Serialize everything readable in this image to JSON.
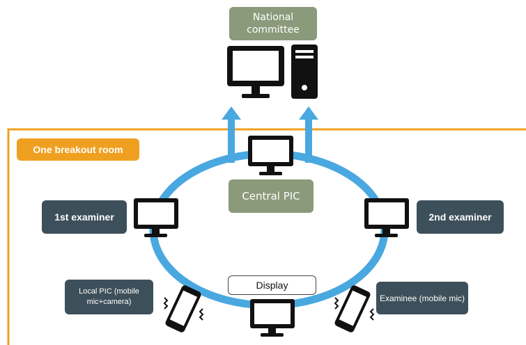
{
  "room": {
    "label": "One breakout room"
  },
  "national": {
    "label": "National committee"
  },
  "central": {
    "label": "Central PIC"
  },
  "examiner1": {
    "label": "1st examiner"
  },
  "examiner2": {
    "label": "2nd examiner"
  },
  "examinee": {
    "label": "Examinee (mobile mic)"
  },
  "local_pic": {
    "label": "Local PIC (mobile mic+camera)"
  },
  "display": {
    "label": "Display"
  },
  "colors": {
    "ring": "#4aa8e0",
    "room_border": "#f0a020",
    "green_box": "#8a9a7a",
    "slate_box": "#3d4f5a"
  }
}
